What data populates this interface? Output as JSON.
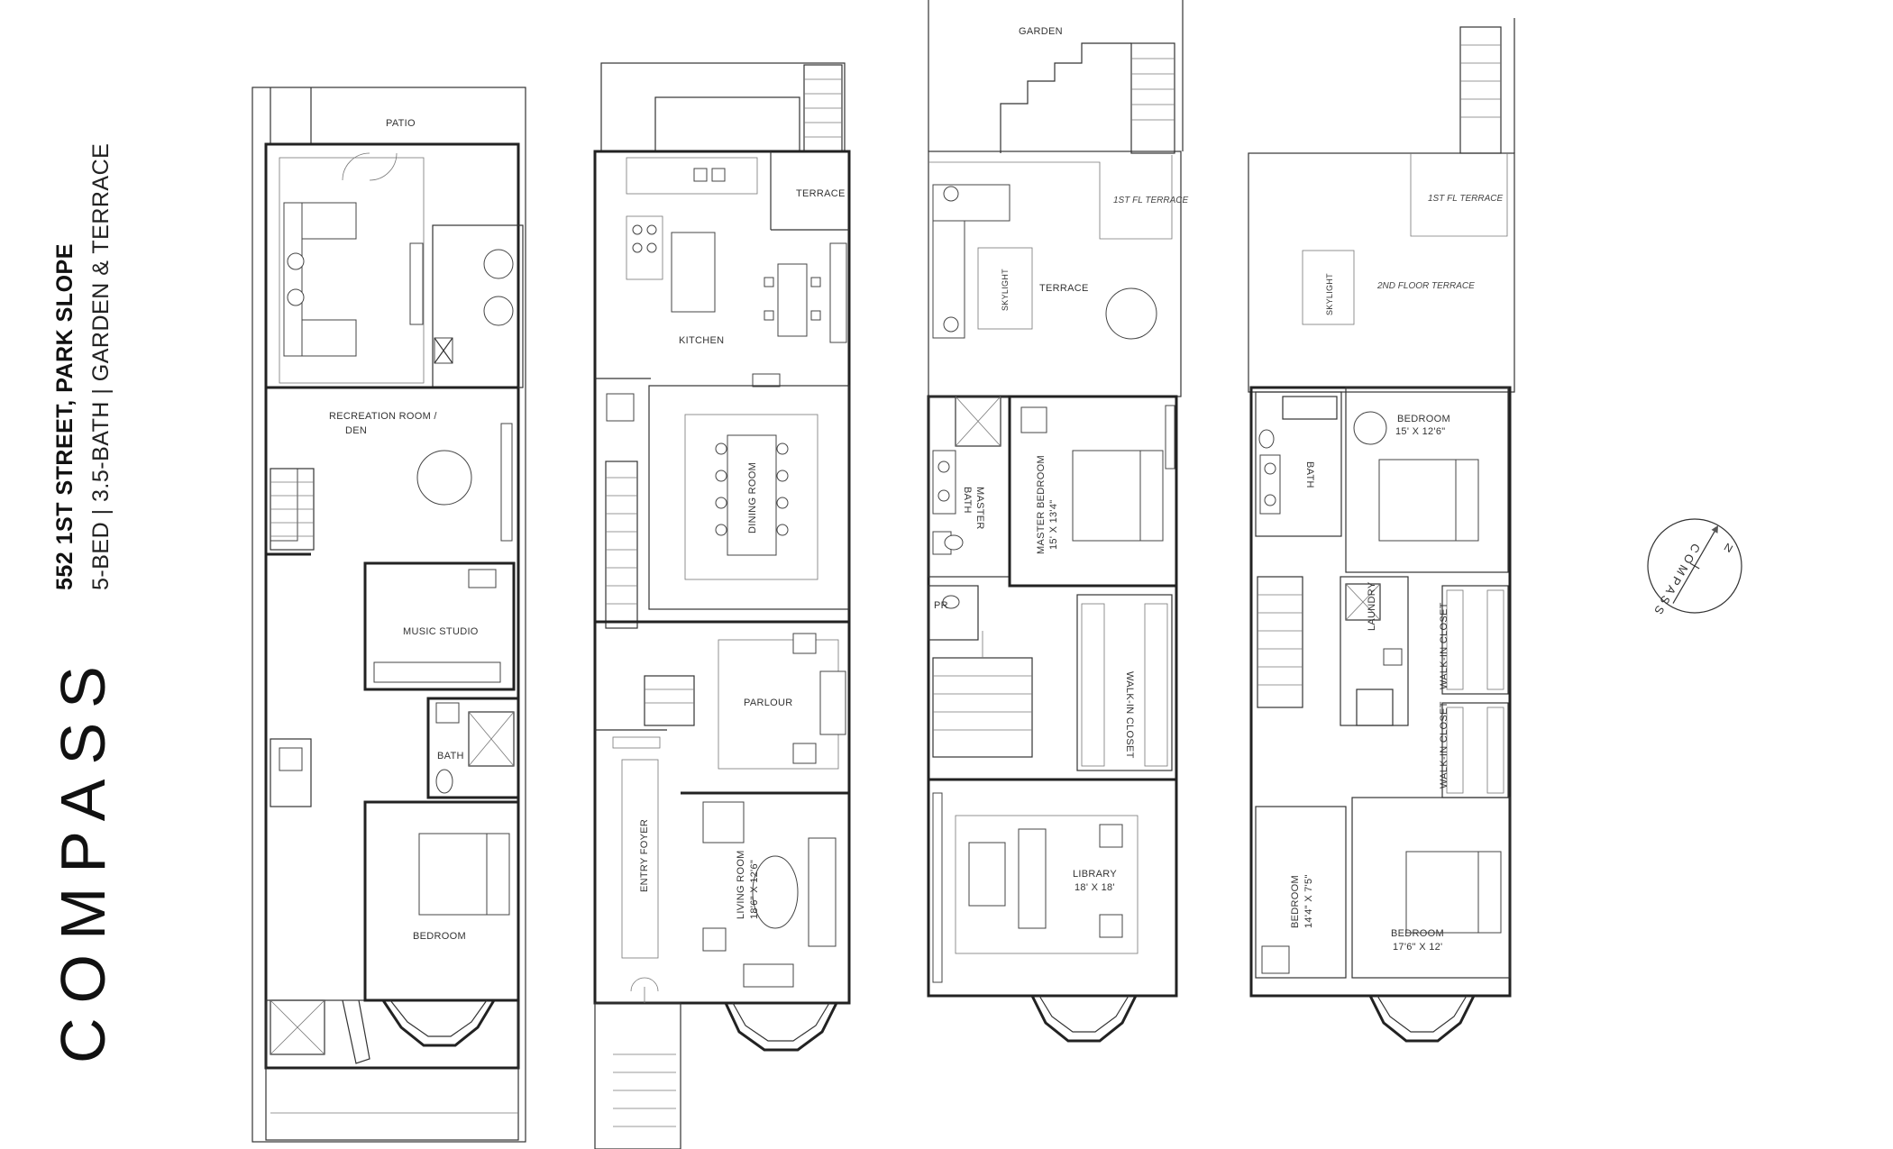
{
  "listing": {
    "address": "552 1ST STREET, PARK SLOPE",
    "specs": "5-BED | 3.5-BATH | GARDEN & TERRACE",
    "brand": "COMPASS"
  },
  "floors": {
    "garden": {
      "patio": "PATIO",
      "recreation_line1": "RECREATION ROOM /",
      "recreation_line2": "DEN",
      "music_studio": "MUSIC STUDIO",
      "bath": "BATH",
      "bedroom": "BEDROOM"
    },
    "parlour": {
      "terrace": "TERRACE",
      "kitchen": "KITCHEN",
      "dining_room": "DINING ROOM",
      "parlour": "PARLOUR",
      "entry_foyer": "ENTRY FOYER",
      "living_room": "LIVING ROOM",
      "living_room_size": "18'6\" X 12'6\""
    },
    "second": {
      "garden": "GARDEN",
      "first_fl_terrace": "1ST FL TERRACE",
      "skylight": "SKYLIGHT",
      "terrace": "TERRACE",
      "master_bath_1": "MASTER",
      "master_bath_2": "BATH",
      "master_bedroom": "MASTER BEDROOM",
      "master_bedroom_size": "15' X 13'4\"",
      "pr": "PR",
      "walk_in_closet": "WALK-IN CLOSET",
      "library": "LIBRARY",
      "library_size": "18' X 18'"
    },
    "third": {
      "first_fl_terrace": "1ST FL TERRACE",
      "skylight": "SKYLIGHT",
      "second_floor_terrace": "2ND FLOOR TERRACE",
      "bedroom_a": "BEDROOM",
      "bedroom_a_size": "15' X 12'6\"",
      "bath": "BATH",
      "laundry": "LAUNDRY",
      "walk_in_closet_a": "WALK-IN CLOSET",
      "walk_in_closet_b": "WALK-IN CLOSET",
      "bedroom_b": "BEDROOM",
      "bedroom_b_size": "14'4\" X 7'5\"",
      "bedroom_c": "BEDROOM",
      "bedroom_c_size": "17'6\" X 12'"
    }
  },
  "compass_rose": {
    "label": "COMPASS",
    "north": "N"
  }
}
